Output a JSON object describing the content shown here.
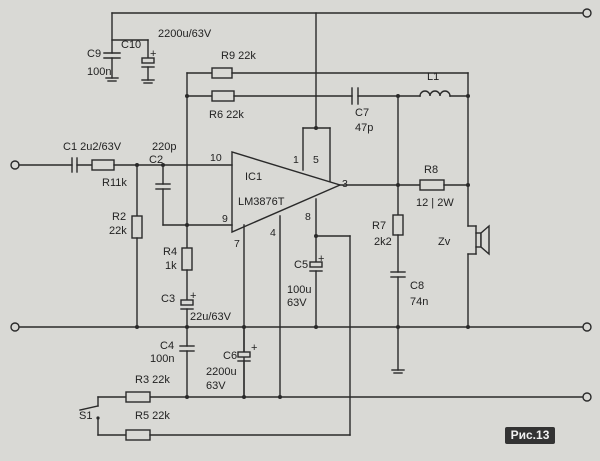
{
  "figure_label": "Рис.13",
  "ic": {
    "ref": "IC1",
    "part": "LM3876T",
    "pins": [
      "10",
      "9",
      "1",
      "5",
      "3",
      "7",
      "4",
      "8"
    ]
  },
  "components": {
    "C9": {
      "ref": "C9",
      "value": "100n"
    },
    "C10": {
      "ref": "C10",
      "value": "2200u/63V"
    },
    "R9": {
      "ref": "R9",
      "value": "22k"
    },
    "R6": {
      "ref": "R6",
      "value": "22k"
    },
    "C7": {
      "ref": "C7",
      "value": "47p"
    },
    "L1": {
      "ref": "L1"
    },
    "C1": {
      "ref": "C1",
      "value": "2u2/63V"
    },
    "R1": {
      "ref": "R1",
      "value": "1k"
    },
    "C2": {
      "ref": "C2",
      "value": "220p"
    },
    "R2": {
      "ref": "R2",
      "value": "22k"
    },
    "R4": {
      "ref": "R4",
      "value": "1k"
    },
    "C3": {
      "ref": "C3",
      "value": "22u/63V"
    },
    "C4": {
      "ref": "C4",
      "value": "100n"
    },
    "C5": {
      "ref": "C5",
      "value": "100u",
      "voltage": "63V"
    },
    "C6": {
      "ref": "C6",
      "value": "2200u",
      "voltage": "63V"
    },
    "R8": {
      "ref": "R8",
      "value": "12 | 2W"
    },
    "R7": {
      "ref": "R7",
      "value": "2k2"
    },
    "C8": {
      "ref": "C8",
      "value": "74n"
    },
    "Zv": {
      "ref": "Zv"
    },
    "R3": {
      "ref": "R3",
      "value": "22k"
    },
    "R5": {
      "ref": "R5",
      "value": "22k"
    },
    "S1": {
      "ref": "S1"
    }
  },
  "polarity_mark": "+"
}
